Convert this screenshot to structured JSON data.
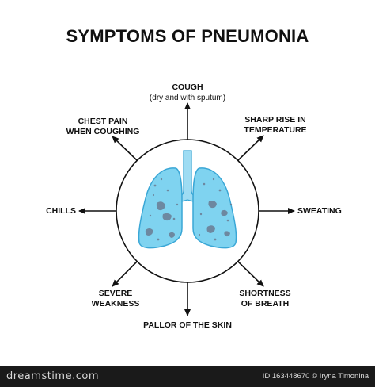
{
  "title": "SYMPTOMS OF PNEUMONIA",
  "symptoms": {
    "cough": "COUGH",
    "cough_detail": "(dry and with sputum)",
    "chest_pain_1": "CHEST PAIN",
    "chest_pain_2": "WHEN COUGHING",
    "sharp_rise_1": "SHARP RISE IN",
    "sharp_rise_2": "TEMPERATURE",
    "chills": "CHILLS",
    "sweating": "SWEATING",
    "severe_1": "SEVERE",
    "severe_2": "WEAKNESS",
    "shortness_1": "SHORTNESS",
    "shortness_2": "OF BREATH",
    "pallor": "PALLOR OF THE SKIN"
  },
  "colors": {
    "lung_fill": "#7fd3f0",
    "lung_stroke": "#3aa7d6",
    "trachea": "#9edcf3",
    "spot": "#6b7c93",
    "arrow": "#111111"
  },
  "footer": {
    "brand": "dreamstime.com",
    "credit": "ID 163448670 © Iryna Timonina"
  }
}
